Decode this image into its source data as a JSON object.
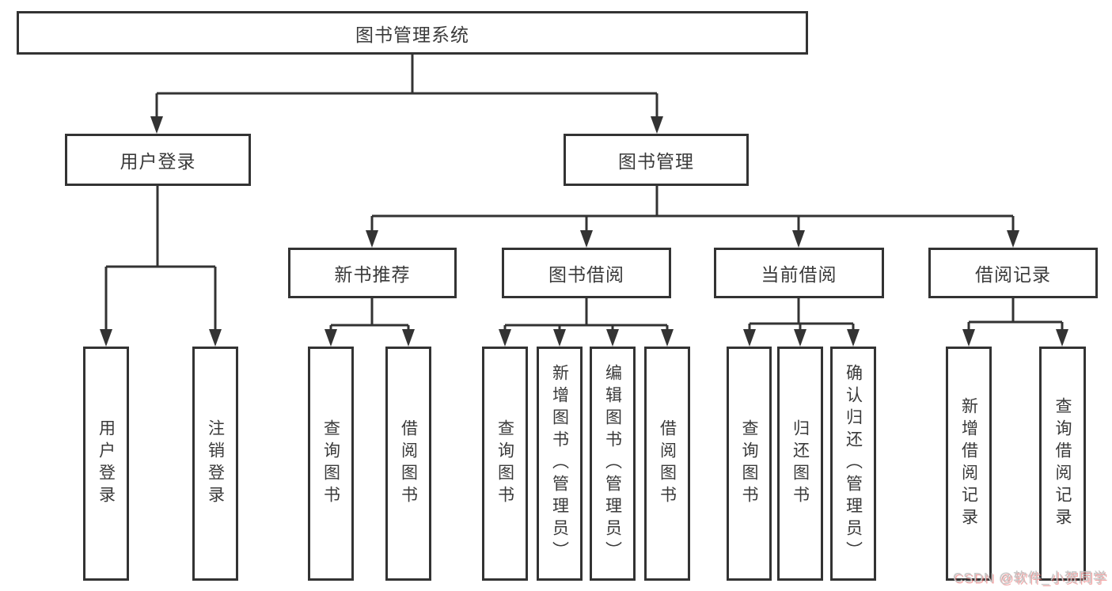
{
  "tree": {
    "root": {
      "label": "图书管理系统"
    },
    "branches": [
      {
        "label": "用户登录",
        "leaves": [
          {
            "label": "用户登录"
          },
          {
            "label": "注销登录"
          }
        ]
      },
      {
        "label": "图书管理",
        "sections": [
          {
            "label": "新书推荐",
            "leaves": [
              {
                "label": "查询图书"
              },
              {
                "label": "借阅图书"
              }
            ]
          },
          {
            "label": "图书借阅",
            "leaves": [
              {
                "label": "查询图书"
              },
              {
                "label": "新增图书（管理员）"
              },
              {
                "label": "编辑图书（管理员）"
              },
              {
                "label": "借阅图书"
              }
            ]
          },
          {
            "label": "当前借阅",
            "leaves": [
              {
                "label": "查询图书"
              },
              {
                "label": "归还图书"
              },
              {
                "label": "确认归还（管理员）"
              }
            ]
          },
          {
            "label": "借阅记录",
            "leaves": [
              {
                "label": "新增借阅记录"
              },
              {
                "label": "查询借阅记录"
              }
            ]
          }
        ]
      }
    ]
  },
  "watermark": {
    "text": "CSDN @软件_小贺同学"
  },
  "colors": {
    "line": "#333333",
    "text": "#3a3a3a",
    "background": "#ffffff"
  }
}
